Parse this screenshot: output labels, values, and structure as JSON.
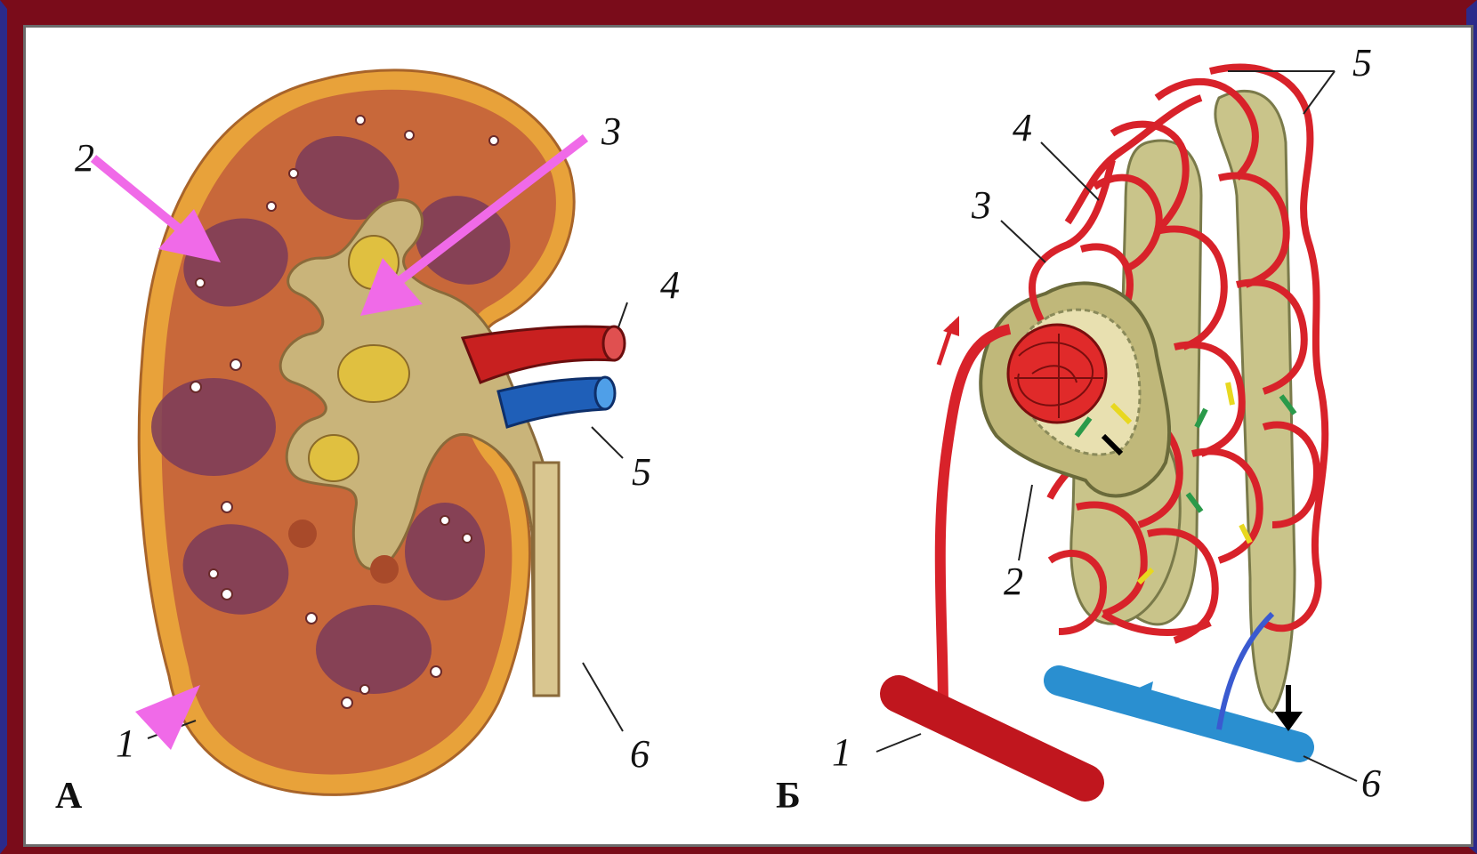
{
  "panels": [
    {
      "letter": "А",
      "labels": [
        "1",
        "2",
        "3",
        "4",
        "5",
        "6"
      ]
    },
    {
      "letter": "Б",
      "labels": [
        "1",
        "2",
        "3",
        "4",
        "5",
        "6"
      ]
    }
  ],
  "colors": {
    "frame_red": "#7a0c1a",
    "frame_blue": "#2b2a8a",
    "artery": "#d8222a",
    "vein": "#2a8fd0",
    "highlight_arrow": "#f06ae8",
    "capsule": "#e8a23a",
    "medulla": "#7a3a5a",
    "cortex": "#c8683a",
    "tubule": "#c9c48a"
  }
}
